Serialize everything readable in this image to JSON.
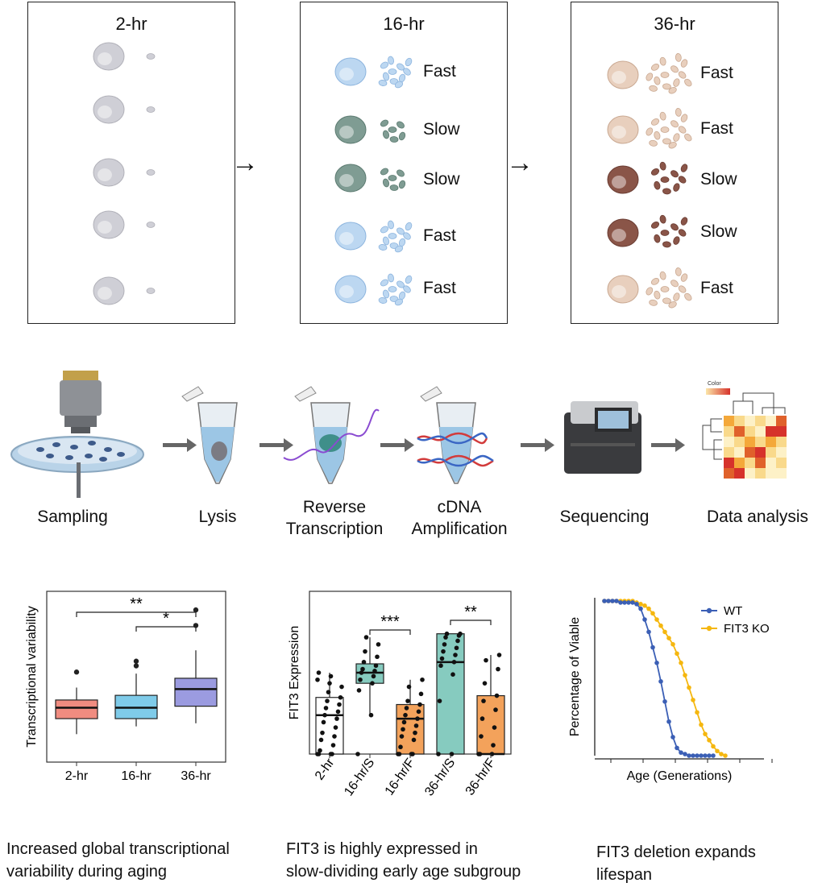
{
  "top": {
    "panels": [
      {
        "title": "2-hr",
        "color": "#cfcfd6",
        "rows": [
          "",
          "",
          "",
          "",
          ""
        ]
      },
      {
        "title": "16-hr",
        "rows": [
          {
            "label": "Fast",
            "color": "#bcd7f1",
            "dark": "#8cb4de"
          },
          {
            "label": "Slow",
            "color": "#7f9c93",
            "dark": "#5b7a70"
          },
          {
            "label": "Slow",
            "color": "#7f9c93",
            "dark": "#5b7a70"
          },
          {
            "label": "Fast",
            "color": "#bcd7f1",
            "dark": "#8cb4de"
          },
          {
            "label": "Fast",
            "color": "#bcd7f1",
            "dark": "#8cb4de"
          }
        ]
      },
      {
        "title": "36-hr",
        "rows": [
          {
            "label": "Fast",
            "color": "#e8cfbd",
            "dark": "#c9a891"
          },
          {
            "label": "Fast",
            "color": "#e8cfbd",
            "dark": "#c9a891"
          },
          {
            "label": "Slow",
            "color": "#8a5548",
            "dark": "#6a3c32"
          },
          {
            "label": "Slow",
            "color": "#8a5548",
            "dark": "#6a3c32"
          },
          {
            "label": "Fast",
            "color": "#e8cfbd",
            "dark": "#c9a891"
          }
        ]
      }
    ],
    "arrow_glyph": "→"
  },
  "workflow": {
    "steps": [
      {
        "label_line1": "Sampling",
        "label_line2": ""
      },
      {
        "label_line1": "Lysis",
        "label_line2": ""
      },
      {
        "label_line1": "Reverse",
        "label_line2": "Transcription"
      },
      {
        "label_line1": "cDNA",
        "label_line2": "Amplification"
      },
      {
        "label_line1": "Sequencing",
        "label_line2": ""
      },
      {
        "label_line1": "Data analysis",
        "label_line2": ""
      }
    ],
    "heatmap_legend": "Color"
  },
  "chart_data": [
    {
      "type": "box",
      "ylabel": "Transcriptional  variability",
      "categories": [
        "2-hr",
        "16-hr",
        "36-hr"
      ],
      "colors": [
        "#f08c80",
        "#7fcbe9",
        "#9b9be0"
      ],
      "boxes": [
        {
          "q1": 0.28,
          "median": 0.35,
          "q3": 0.4,
          "whisker_low": 0.18,
          "whisker_high": 0.48,
          "outliers": [
            0.58
          ]
        },
        {
          "q1": 0.28,
          "median": 0.35,
          "q3": 0.43,
          "whisker_low": 0.23,
          "whisker_high": 0.57,
          "outliers": [
            0.62,
            0.65
          ]
        },
        {
          "q1": 0.36,
          "median": 0.47,
          "q3": 0.54,
          "whisker_low": 0.25,
          "whisker_high": 0.72,
          "outliers": [
            0.88,
            0.98
          ]
        }
      ],
      "significance": [
        {
          "from": "2-hr",
          "to": "36-hr",
          "text": "**"
        },
        {
          "from": "16-hr",
          "to": "36-hr",
          "text": "*"
        }
      ]
    },
    {
      "type": "box",
      "ylabel": "FIT3 Expression",
      "categories": [
        "2-hr",
        "16-hr/S",
        "16-hr/F",
        "36-hr/S",
        "36-hr/F"
      ],
      "colors": [
        "#ffffff",
        "#86cbbf",
        "#f3a25b",
        "#86cbbf",
        "#f3a25b"
      ],
      "boxes": [
        {
          "q1": 0.0,
          "median": 0.22,
          "q3": 0.32,
          "whisker_low": 0.0,
          "whisker_high": 0.46,
          "points": [
            0.0,
            0.0,
            0.0,
            0.0,
            0.02,
            0.05,
            0.08,
            0.1,
            0.12,
            0.15,
            0.18,
            0.2,
            0.22,
            0.24,
            0.26,
            0.28,
            0.3,
            0.32,
            0.35,
            0.38,
            0.4,
            0.42,
            0.44,
            0.46
          ]
        },
        {
          "q1": 0.4,
          "median": 0.46,
          "q3": 0.51,
          "whisker_low": 0.22,
          "whisker_high": 0.66,
          "points": [
            0.0,
            0.22,
            0.36,
            0.4,
            0.42,
            0.44,
            0.46,
            0.47,
            0.48,
            0.5,
            0.52,
            0.55,
            0.58,
            0.62,
            0.66
          ]
        },
        {
          "q1": 0.0,
          "median": 0.2,
          "q3": 0.28,
          "whisker_low": 0.0,
          "whisker_high": 0.42,
          "points": [
            0.0,
            0.0,
            0.0,
            0.0,
            0.04,
            0.08,
            0.1,
            0.12,
            0.14,
            0.16,
            0.18,
            0.2,
            0.22,
            0.24,
            0.26,
            0.28,
            0.3,
            0.34,
            0.38,
            0.42
          ]
        },
        {
          "q1": 0.0,
          "median": 0.52,
          "q3": 0.68,
          "whisker_low": 0.0,
          "whisker_high": 0.68,
          "points": [
            0.0,
            0.0,
            0.3,
            0.45,
            0.5,
            0.52,
            0.54,
            0.56,
            0.58,
            0.6,
            0.62,
            0.64,
            0.66,
            0.67,
            0.68,
            0.68
          ]
        },
        {
          "q1": 0.0,
          "median": 0.0,
          "q3": 0.33,
          "whisker_low": 0.0,
          "whisker_high": 0.56,
          "points": [
            0.0,
            0.0,
            0.0,
            0.05,
            0.1,
            0.15,
            0.2,
            0.25,
            0.3,
            0.33,
            0.4,
            0.48,
            0.53,
            0.56
          ]
        }
      ],
      "significance": [
        {
          "from": "16-hr/S",
          "to": "16-hr/F",
          "text": "***"
        },
        {
          "from": "36-hr/S",
          "to": "36-hr/F",
          "text": "**"
        }
      ]
    },
    {
      "type": "line",
      "ylabel": "Percentage of Viable",
      "xlabel": "Age (Generations)",
      "series": [
        {
          "name": "WT",
          "color": "#3b5fb5",
          "x": [
            0,
            2,
            4,
            6,
            8,
            10,
            12,
            14,
            16,
            18,
            20,
            22,
            24,
            26,
            28,
            30,
            32,
            34,
            36,
            38,
            40,
            42,
            44,
            46,
            48,
            50,
            52,
            54
          ],
          "y": [
            100,
            100,
            100,
            100,
            99,
            99,
            99,
            99,
            98,
            95,
            88,
            80,
            70,
            60,
            48,
            35,
            22,
            12,
            5,
            2,
            1,
            0,
            0,
            0,
            0,
            0,
            0,
            0
          ]
        },
        {
          "name": "FIT3 KO",
          "color": "#f5b70f",
          "x": [
            0,
            2,
            4,
            6,
            8,
            10,
            12,
            14,
            16,
            18,
            20,
            22,
            24,
            26,
            28,
            30,
            32,
            34,
            36,
            38,
            40,
            42,
            44,
            46,
            48,
            50,
            52,
            54,
            56,
            58,
            60
          ],
          "y": [
            100,
            100,
            100,
            100,
            100,
            100,
            100,
            100,
            99,
            98,
            97,
            95,
            92,
            88,
            84,
            80,
            76,
            72,
            66,
            60,
            52,
            44,
            36,
            28,
            20,
            14,
            10,
            6,
            3,
            1,
            0
          ]
        }
      ]
    }
  ],
  "captions": [
    {
      "line1": "Increased global transcriptional",
      "line2": "variability during aging"
    },
    {
      "line1": "FIT3 is highly expressed in",
      "line2": "slow-dividing early age subgroup"
    },
    {
      "line1": "FIT3 deletion expands",
      "line2": "lifespan"
    }
  ]
}
